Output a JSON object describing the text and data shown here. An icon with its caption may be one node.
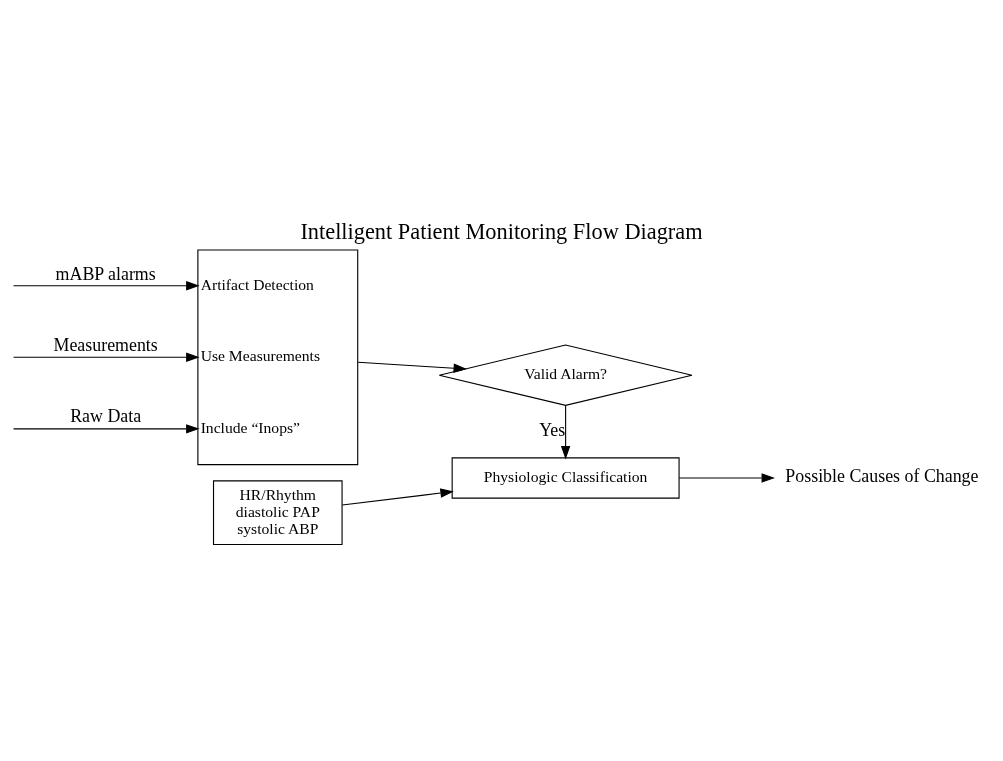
{
  "diagram": {
    "title": "Intelligent Patient Monitoring Flow Diagram",
    "nodes": [
      {
        "text": [
          "Artifact Detection Use Measurements Include “Inops”"
        ]
      },
      {
        "text": [
          "Valid Alarm?"
        ]
      },
      {
        "text": [
          "HR/Rhythm diastolic PAP systolic ABP"
        ]
      },
      {
        "text": [
          "Physiologic Classification"
        ]
      },
      {
        "text": [
          "Possible Causes of Change"
        ]
      }
    ],
    "edges": [
      {
        "from": null,
        "to": 0,
        "arrow": "to",
        "label": "mABP alarms"
      },
      {
        "from": null,
        "to": 0,
        "arrow": "to",
        "label": "Measurements"
      },
      {
        "from": null,
        "to": 0,
        "arrow": "to",
        "label": "Raw Data"
      },
      {
        "from": 0,
        "to": 1,
        "arrow": "to"
      },
      {
        "from": 1,
        "to": 3,
        "arrow": "to",
        "label": "Yes"
      },
      {
        "from": 2,
        "to": 3,
        "arrow": "to"
      },
      {
        "from": 3,
        "to": 4,
        "arrow": "to"
      }
    ]
  }
}
